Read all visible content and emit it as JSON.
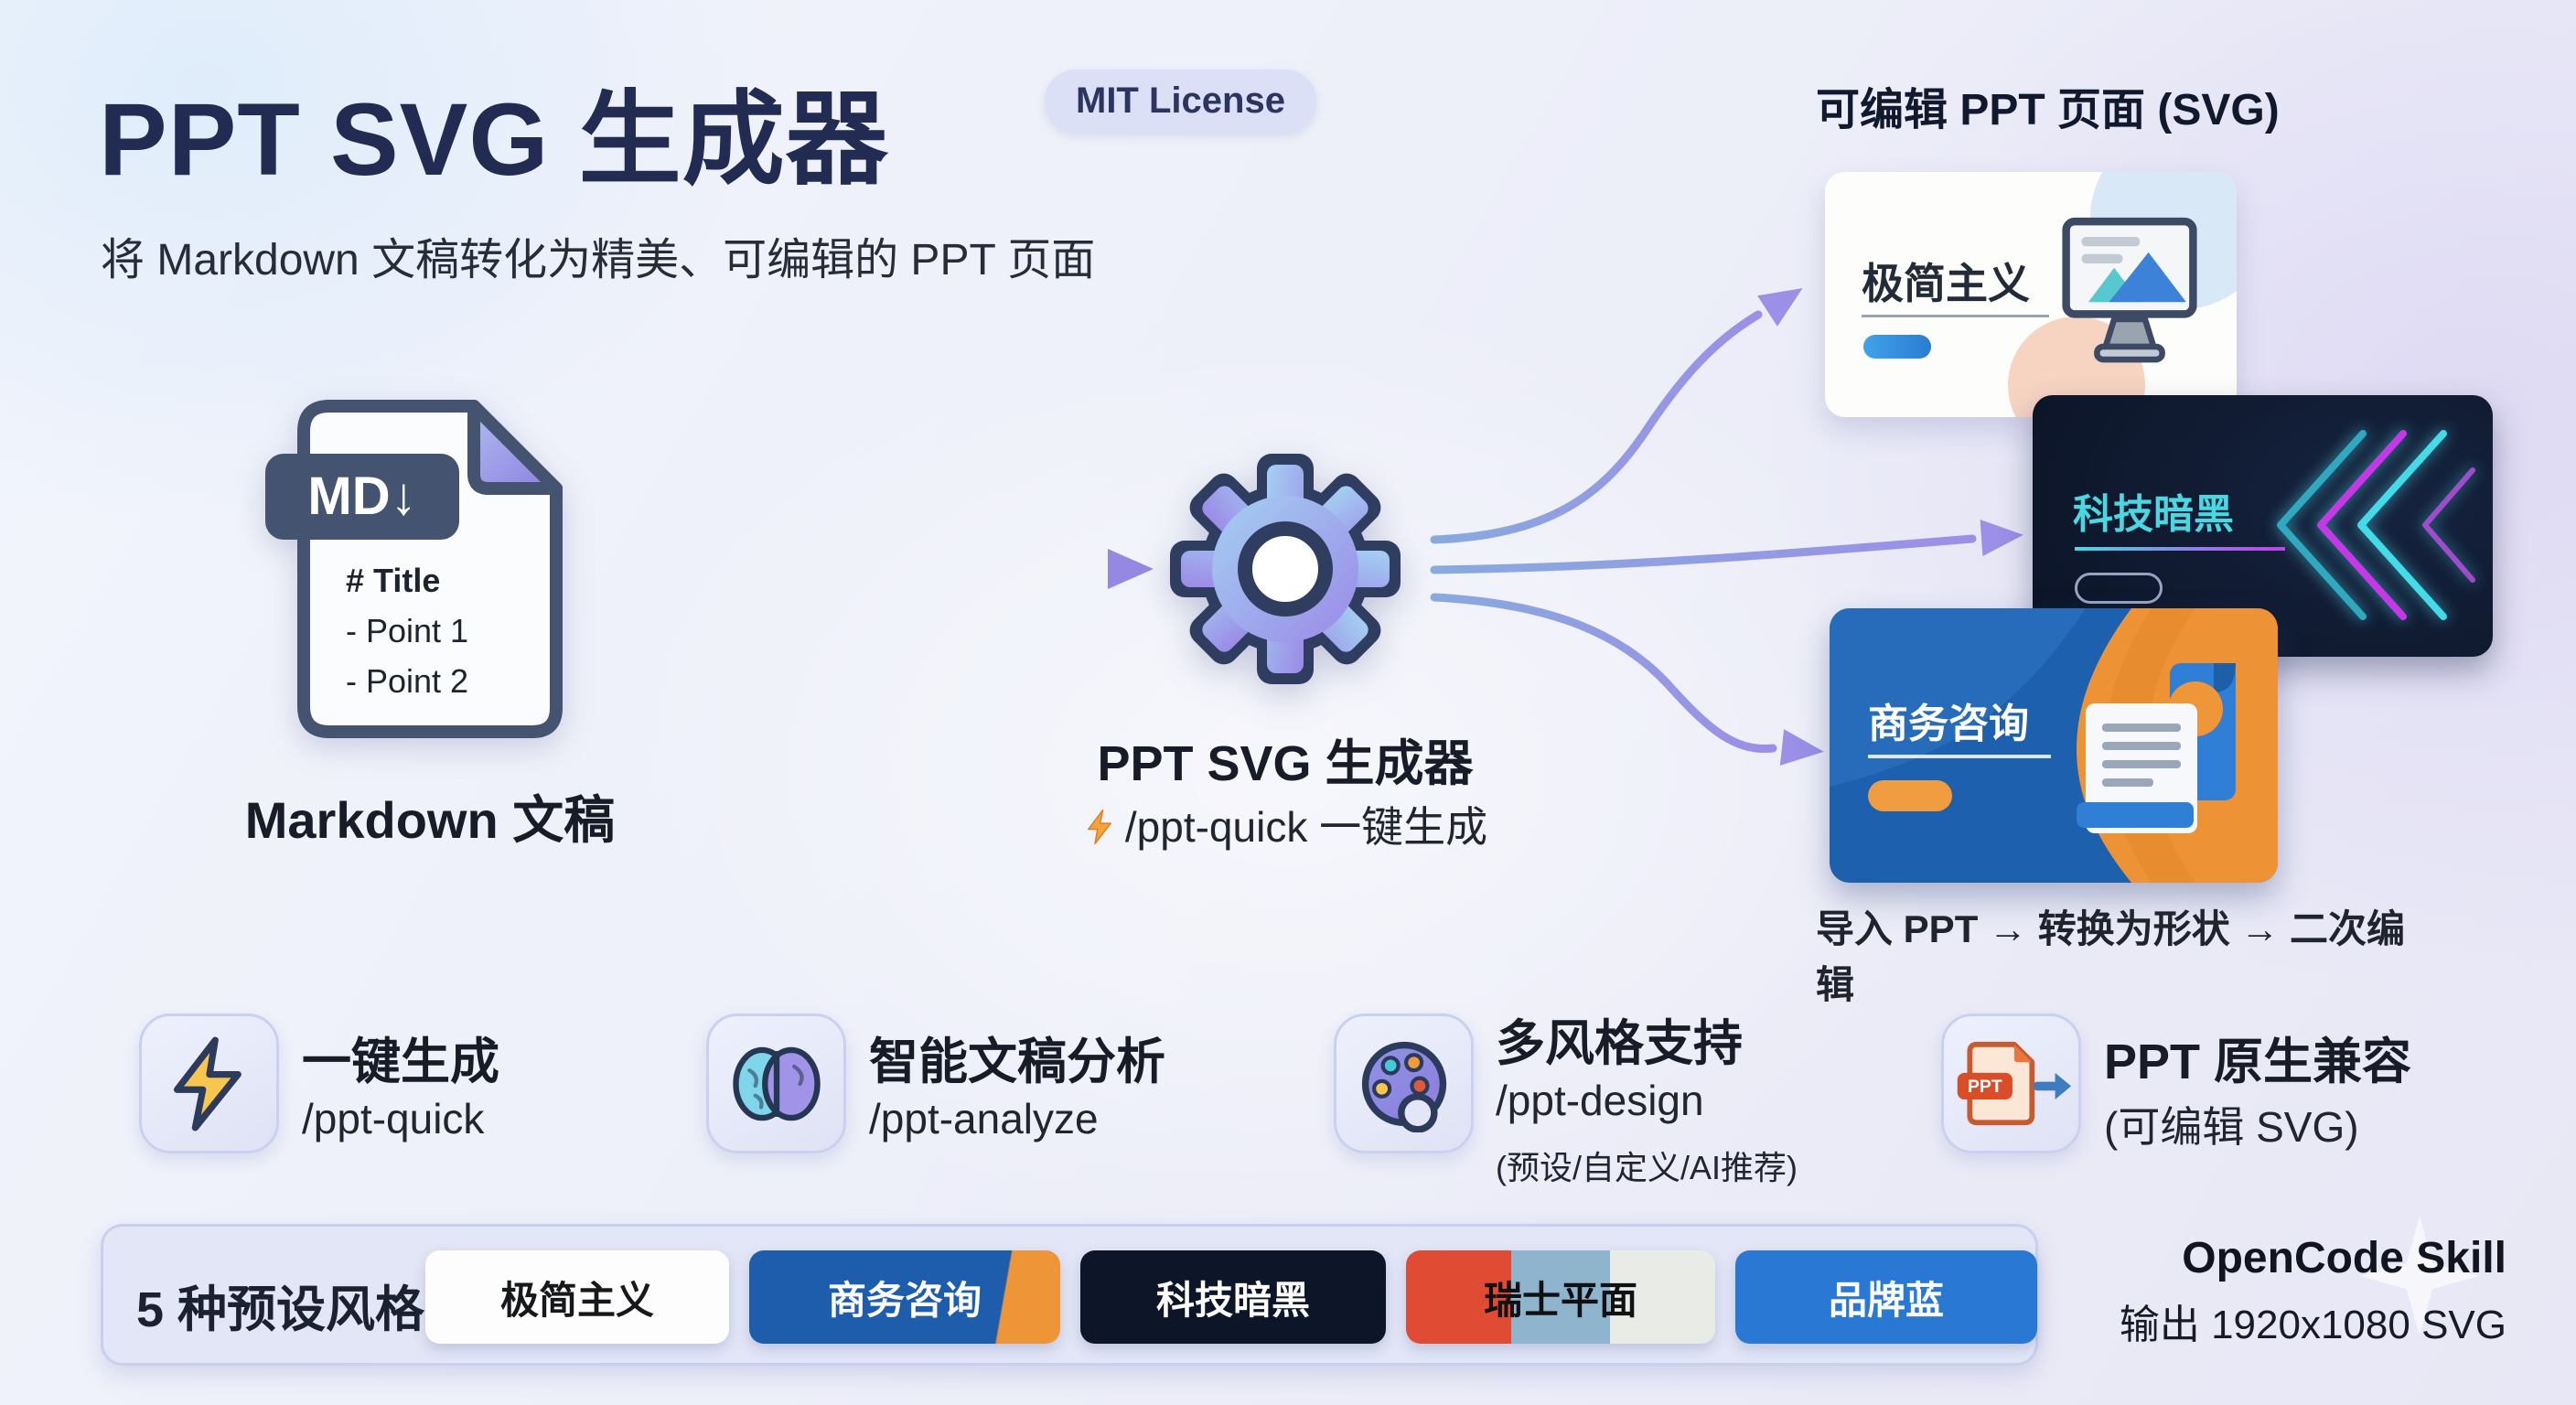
{
  "header": {
    "title": "PPT SVG 生成器",
    "license_badge": "MIT License",
    "subtitle": "将 Markdown 文稿转化为精美、可编辑的 PPT 页面"
  },
  "flow": {
    "input": {
      "file_badge": "MD↓",
      "file_lines": [
        "# Title",
        "- Point 1",
        "- Point 2"
      ],
      "label": "Markdown 文稿"
    },
    "processor": {
      "name": "PPT SVG 生成器",
      "command": "/ppt-quick 一键生成"
    },
    "outputs_heading": "可编辑 PPT 页面 (SVG)",
    "outputs": [
      {
        "label": "极简主义",
        "theme": "minimal"
      },
      {
        "label": "科技暗黑",
        "theme": "tech-dark"
      },
      {
        "label": "商务咨询",
        "theme": "business"
      }
    ],
    "outputs_caption": "导入 PPT → 转换为形状 → 二次编辑"
  },
  "features": [
    {
      "icon": "lightning-icon",
      "title": "一键生成",
      "subtitle": "/ppt-quick"
    },
    {
      "icon": "brain-icon",
      "title": "智能文稿分析",
      "subtitle": "/ppt-analyze"
    },
    {
      "icon": "palette-icon",
      "title": "多风格支持",
      "subtitle": "/ppt-design",
      "note": "(预设/自定义/AI推荐)"
    },
    {
      "icon": "ppt-export-icon",
      "title": "PPT 原生兼容",
      "subtitle": "(可编辑 SVG)",
      "ppt_badge": "PPT"
    }
  ],
  "styles_bar": {
    "label": "5 种预设风格",
    "chips": [
      {
        "label": "极简主义",
        "style": "minimal"
      },
      {
        "label": "商务咨询",
        "style": "business"
      },
      {
        "label": "科技暗黑",
        "style": "tech-dark"
      },
      {
        "label": "瑞士平面",
        "style": "swiss"
      },
      {
        "label": "品牌蓝",
        "style": "brand-blue"
      }
    ]
  },
  "footer": {
    "brand": "OpenCode Skill",
    "output_spec": "输出 1920x1080 SVG"
  },
  "colors": {
    "title_navy": "#222c52",
    "accent_purple": "#8f83e6",
    "accent_blue": "#2a7cd0",
    "tech_cyan": "#49d7e2",
    "tech_magenta": "#c23fe8",
    "business_blue": "#1d60ad",
    "business_orange": "#ee9335",
    "swiss_red": "#e04b33",
    "brand_blue_chip": "#2878d4",
    "dark_card_bg": "#0c1528"
  }
}
